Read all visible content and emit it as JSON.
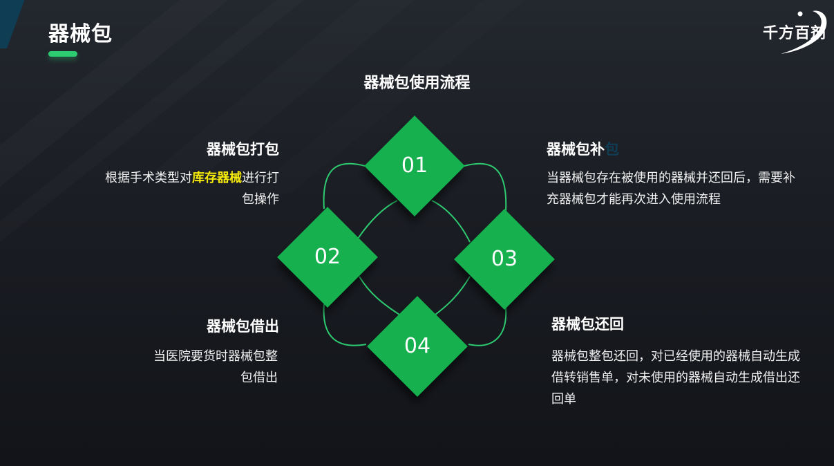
{
  "colors": {
    "accent": "#2ecc71",
    "diamond": "#17b050",
    "line": "#2ecc71",
    "highlight": "#f4e80c",
    "background": "#1c1f25"
  },
  "header": {
    "title": "器械包"
  },
  "logo": {
    "text": "千方百剂"
  },
  "diagram": {
    "title": "器械包使用流程",
    "steps": [
      {
        "number": "01"
      },
      {
        "number": "02"
      },
      {
        "number": "03"
      },
      {
        "number": "04"
      }
    ]
  },
  "blocks": {
    "pack": {
      "title": "器械包打包",
      "text_before": "根据手术类型对",
      "text_highlight": "库存器械",
      "text_after": "进行打包操作"
    },
    "borrow": {
      "title": "器械包借出",
      "text": "当医院要货时器械包整包借出"
    },
    "replenish": {
      "title_main": "器械包补",
      "title_tail": "包",
      "text": "当器械包存在被使用的器械并还回后，需要补充器械包才能再次进入使用流程"
    },
    "return": {
      "title": "器械包还回",
      "text": "器械包整包还回，对已经使用的器械自动生成借转销售单，对未使用的器械自动生成借出还回单"
    }
  }
}
